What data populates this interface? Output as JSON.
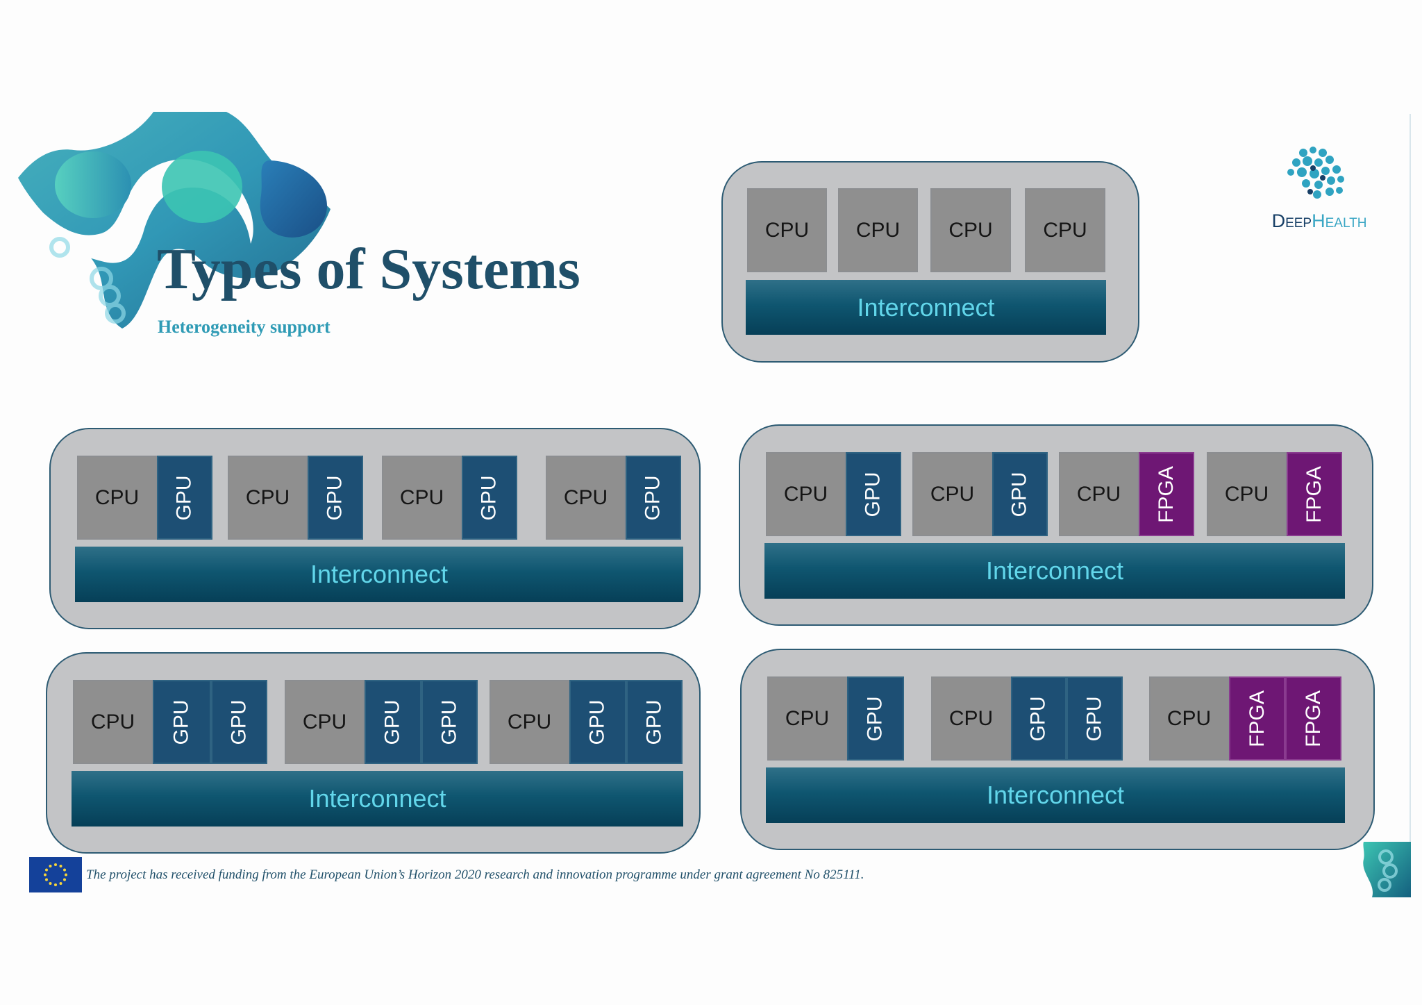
{
  "header": {
    "title": "Types of Systems",
    "subtitle": "Heterogeneity support"
  },
  "brand": {
    "d": "D",
    "eep": "EEP",
    "h": "H",
    "ealth": "EALTH"
  },
  "labels": {
    "cpu": "CPU",
    "gpu": "GPU",
    "fpga": "FPGA",
    "interconnect": "Interconnect"
  },
  "colors": {
    "title": "#1f4f69",
    "subtitle": "#2f9bb5",
    "cpu": "#8f8f8f",
    "gpu": "#1d4f74",
    "fpga": "#6e1774",
    "interconnect": "#0f5670",
    "interconnect_text": "#62d6ea",
    "system_box": "#c3c4c6"
  },
  "systems": [
    {
      "name": "homogeneous-cpu",
      "nodes": [
        [
          "cpu"
        ],
        [
          "cpu"
        ],
        [
          "cpu"
        ],
        [
          "cpu"
        ]
      ]
    },
    {
      "name": "cpu-gpu",
      "nodes": [
        [
          "cpu",
          "gpu"
        ],
        [
          "cpu",
          "gpu"
        ],
        [
          "cpu",
          "gpu"
        ],
        [
          "cpu",
          "gpu"
        ]
      ]
    },
    {
      "name": "cpu-gpu-fpga",
      "nodes": [
        [
          "cpu",
          "gpu"
        ],
        [
          "cpu",
          "gpu"
        ],
        [
          "cpu",
          "fpga"
        ],
        [
          "cpu",
          "fpga"
        ]
      ]
    },
    {
      "name": "cpu-multi-gpu",
      "nodes": [
        [
          "cpu",
          "gpu",
          "gpu"
        ],
        [
          "cpu",
          "gpu",
          "gpu"
        ],
        [
          "cpu",
          "gpu",
          "gpu"
        ]
      ]
    },
    {
      "name": "mixed-accelerators",
      "nodes": [
        [
          "cpu",
          "gpu"
        ],
        [
          "cpu",
          "gpu",
          "gpu"
        ],
        [
          "cpu",
          "fpga",
          "fpga"
        ]
      ]
    }
  ],
  "footer": {
    "funding_text": "The project has received funding from the European Union’s Horizon 2020 research and innovation programme under grant agreement No 825111."
  },
  "icons": [
    "deephealth-swoosh-logo",
    "deephealth-logo-icon",
    "eu-flag-icon",
    "medical-corner-art"
  ]
}
